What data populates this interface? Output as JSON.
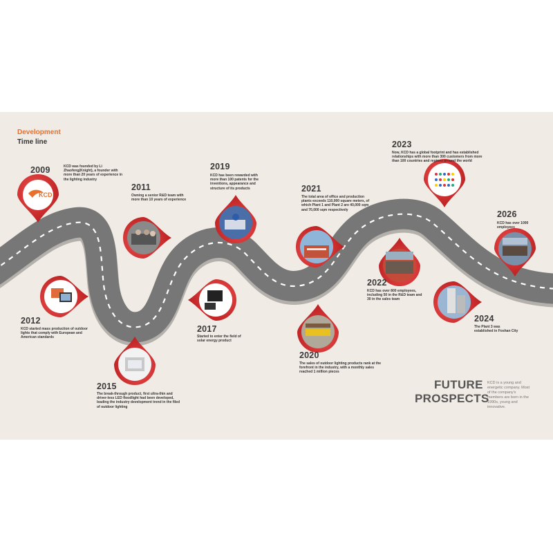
{
  "header": {
    "line1": "Development",
    "line2": "Time line"
  },
  "logo_text": "KCD",
  "milestones": [
    {
      "year": "2009",
      "text": "KCD was founded by Li Zhaofeng(Knight), a founder with more than 20 years of experience in the lighting industry"
    },
    {
      "year": "2011",
      "text": "Owning a senior R&D team with more than 10 years of experience"
    },
    {
      "year": "2012",
      "text": "KCD started mass production of outdoor lights that comply with European and American standards"
    },
    {
      "year": "2015",
      "text": "The break-through product, first ultra-thin and driver-less LED floodlight had been developed, leading the industry development trend in the filed of outdoor lighting"
    },
    {
      "year": "2017",
      "text": "Started to enter the field of solar energy product"
    },
    {
      "year": "2019",
      "text": "KCD has been rewarded with more than 100 patents for the inventions, appearance and structure of its products"
    },
    {
      "year": "2020",
      "text": "The sales of outdoor lighting products rank at the forefront in the industry, with a monthly sales reached 1 million pieces"
    },
    {
      "year": "2021",
      "text": "The total area of office and production plants exceeds 110,000 square meters, of which Plant 1 and Plant 2 are 40,000 sqm and 70,000 sqm respectively"
    },
    {
      "year": "2022",
      "text": "KCD has over 800 employees, including 50 in the R&D team and 30 in the sales team"
    },
    {
      "year": "2023",
      "text": "Now, KCD has a global footprint and has established relationships with more than 300 customers from more than 100 countries and regions around the world"
    },
    {
      "year": "2024",
      "text": "The Plant 3 was established in Foshan City"
    },
    {
      "year": "2026",
      "text": "KCD has over 1000 employees"
    }
  ],
  "future": {
    "title_line1": "FUTURE",
    "title_line2": "PROSPECTS",
    "text": "KCD is a young and energetic company. Most of the company's members are born in the 1990s, young and innovative."
  },
  "colors": {
    "accent": "#d42a2a",
    "road": "#7a7a7a",
    "background": "#f0ebe5",
    "header_orange": "#e8702a"
  }
}
